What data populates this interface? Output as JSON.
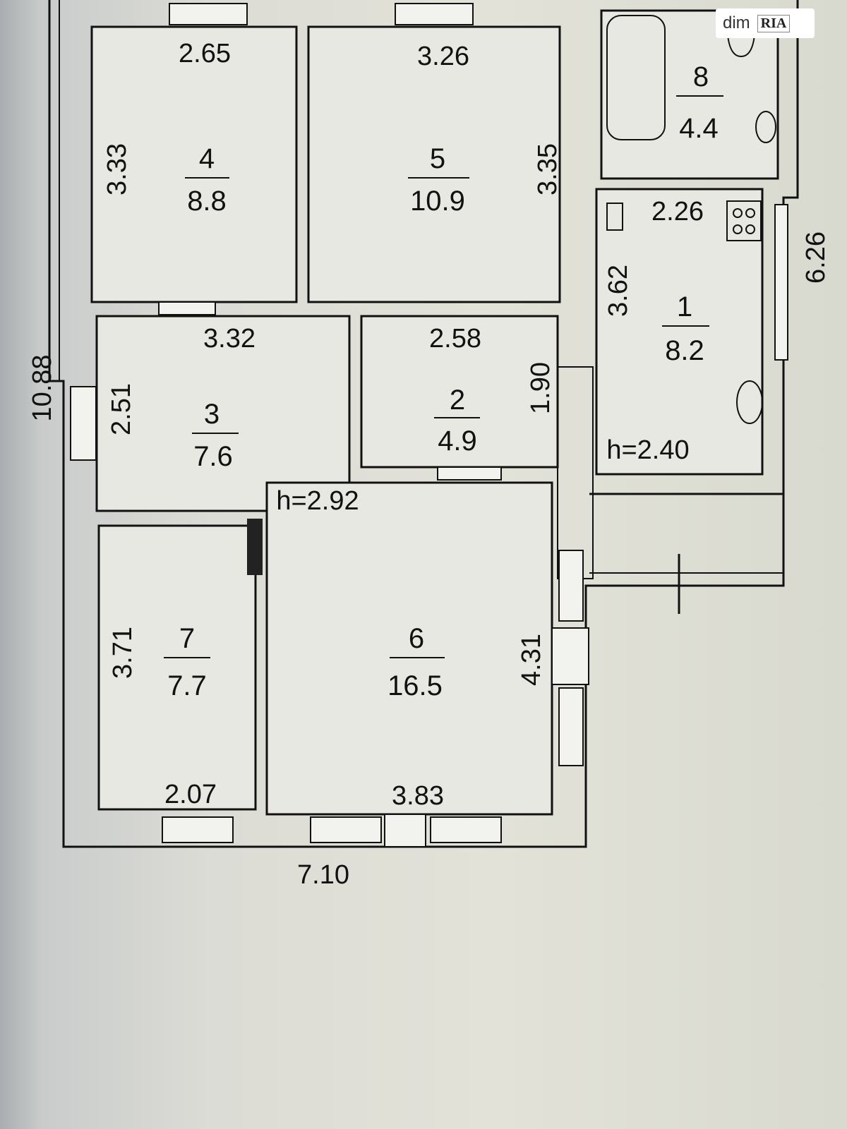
{
  "watermark": {
    "text": "dim",
    "logo": "RIA"
  },
  "plan": {
    "rooms": [
      {
        "id": "1",
        "area": "8.2"
      },
      {
        "id": "2",
        "area": "4.9"
      },
      {
        "id": "3",
        "area": "7.6"
      },
      {
        "id": "4",
        "area": "8.8"
      },
      {
        "id": "5",
        "area": "10.9"
      },
      {
        "id": "6",
        "area": "16.5"
      },
      {
        "id": "7",
        "area": "7.7"
      },
      {
        "id": "8",
        "area": "4.4"
      }
    ],
    "dimensions": {
      "room4_width": "2.65",
      "room4_height": "3.33",
      "room5_width": "3.26",
      "room5_height": "3.35",
      "room3_width": "3.32",
      "room3_height": "2.51",
      "room2_width": "2.58",
      "room2_height": "1.90",
      "room1_width": "2.26",
      "room1_height": "3.62",
      "room7_height": "3.71",
      "room7_width": "2.07",
      "room6_height": "4.31",
      "room6_width": "3.83",
      "overall_width": "7.10",
      "overall_height": "10.88",
      "right_wing_height": "6.26"
    },
    "ceiling_heights": {
      "main": "h=2.92",
      "kitchen": "h=2.40"
    }
  }
}
